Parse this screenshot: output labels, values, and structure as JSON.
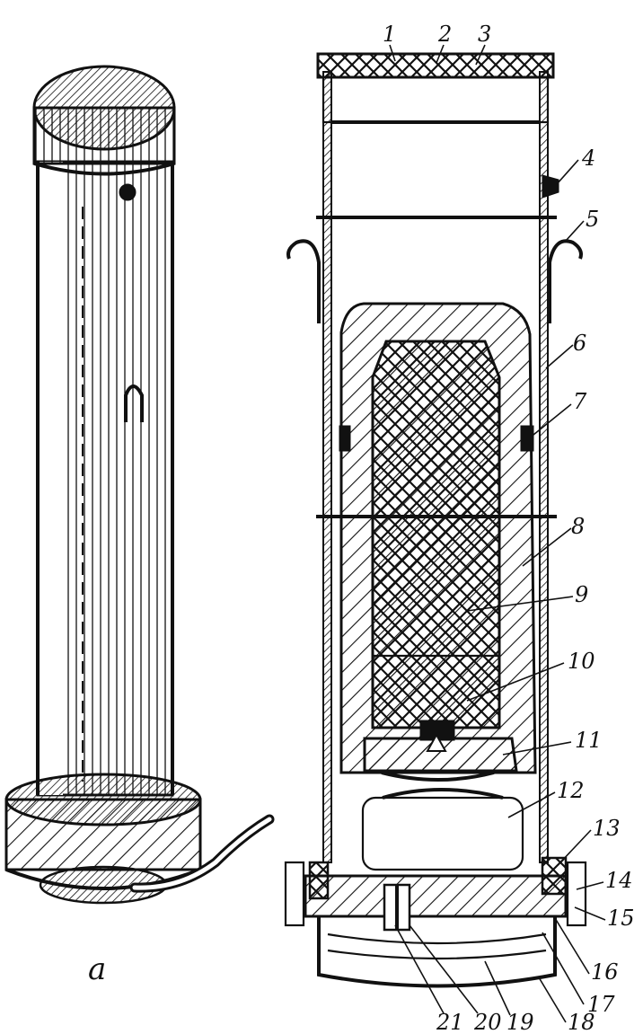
{
  "caption_a": "a",
  "part_labels": [
    "1",
    "2",
    "3",
    "4",
    "5",
    "6",
    "7",
    "8",
    "9",
    "10",
    "11",
    "12",
    "13",
    "14",
    "15",
    "16",
    "17",
    "18",
    "19",
    "20",
    "21"
  ],
  "colors": {
    "ink": "#111111",
    "paper": "#ffffff"
  }
}
